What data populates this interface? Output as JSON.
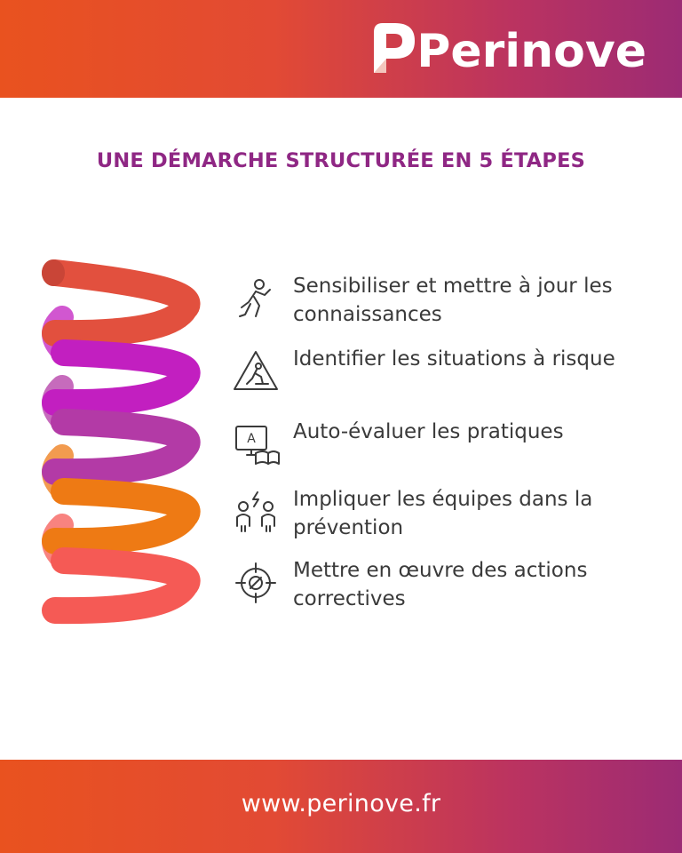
{
  "brand": {
    "name": "Perinove",
    "gradient_start": "#e9521f",
    "gradient_end": "#9c2b74"
  },
  "title": "UNE DÉMARCHE STRUCTURÉE EN 5 ÉTAPES",
  "title_color": "#8f2784",
  "spiral_colors": [
    "#e2503e",
    "#c21fc0",
    "#b33aa6",
    "#ee7a14",
    "#f55a55"
  ],
  "steps": [
    {
      "icon": "runner-icon",
      "label": "Sensibiliser et mettre à jour les connaissances"
    },
    {
      "icon": "warning-triangle-icon",
      "label": "Identifier les situations à risque"
    },
    {
      "icon": "screen-book-icon",
      "label": "Auto-évaluer les pratiques"
    },
    {
      "icon": "team-spark-icon",
      "label": "Impliquer les équipes dans la prévention"
    },
    {
      "icon": "target-icon",
      "label": "Mettre en œuvre des actions correctives"
    }
  ],
  "footer": {
    "url": "www.perinove.fr"
  }
}
